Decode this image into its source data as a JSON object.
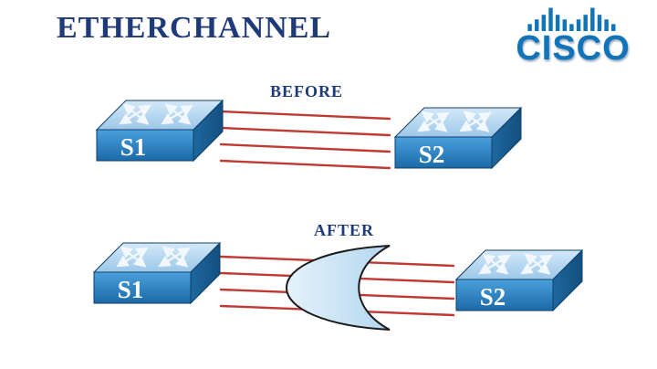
{
  "title": "ETHERCHANNEL",
  "logo": {
    "brand": "CISCO",
    "icon": "cisco-bridge-bars"
  },
  "before": {
    "label": "BEFORE",
    "left_switch": "S1",
    "right_switch": "S2",
    "link_count": 4
  },
  "after": {
    "label": "AFTER",
    "left_switch": "S1",
    "right_switch": "S2",
    "link_count": 4,
    "bundle": "etherchannel-bundle"
  },
  "colors": {
    "title_text": "#1e3a78",
    "link_line": "#c03a34",
    "switch_front": "#2e86c8",
    "switch_top": "#b5d8f0",
    "switch_side": "#1a5f96",
    "switch_label": "#ffffff",
    "bundle_fill": "#cfe6f7",
    "logo_blue": "#1173b8",
    "background": "#ffffff"
  }
}
